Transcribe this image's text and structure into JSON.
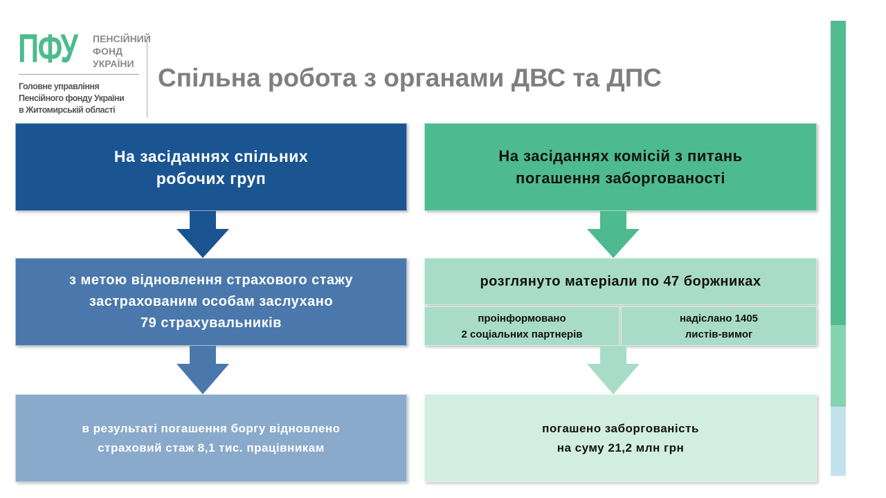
{
  "logo": {
    "abbr": "ПФУ",
    "lines": [
      "ПЕНСІЙНИЙ",
      "ФОНД",
      "УКРАЇНИ"
    ]
  },
  "org": [
    "Головне управління",
    "Пенсійного фонду України",
    "в Житомирській області"
  ],
  "title": "Спільна робота з органами ДВС та ДПС",
  "left": {
    "box1": [
      "На засіданнях спільних",
      "робочих груп"
    ],
    "box2": [
      "з метою відновлення страхового стажу",
      "застрахованим особам  заслухано",
      "79 страхувальників"
    ],
    "box3": [
      "в результаті погашення боргу відновлено",
      "страховий стаж 8,1 тис. працівникам"
    ]
  },
  "right": {
    "box1": [
      "На засіданнях комісій з питань",
      "погашення заборгованості"
    ],
    "box2": "розглянуто матеріали по 47 боржниках",
    "sub1": [
      "проінформовано",
      "2 соціальних партнерів"
    ],
    "sub2": [
      "надіслано 1405",
      "листів-вимог"
    ],
    "box3": [
      "погашено заборгованість",
      "на суму 21,2 млн грн"
    ]
  },
  "colors": {
    "green": "#4dbb8f",
    "navy": "#1a5592",
    "blue": "#4a78ac",
    "lightblue": "#8aaacb",
    "mint": "#a8dcc8",
    "palemint": "#d2ede2"
  }
}
